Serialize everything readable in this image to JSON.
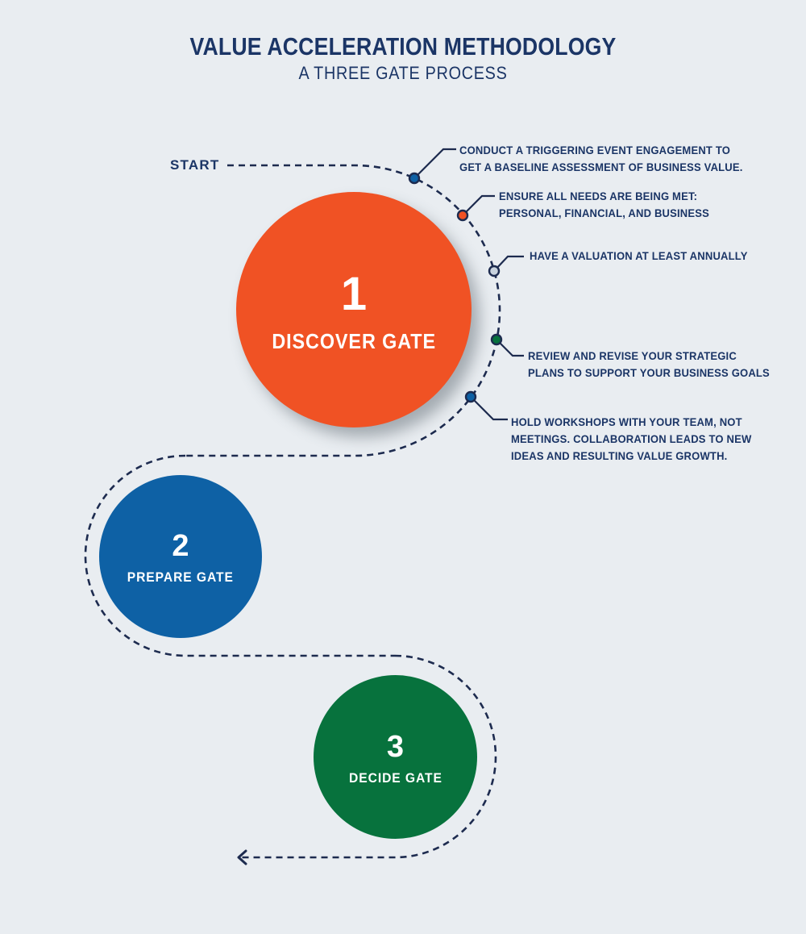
{
  "header": {
    "title": "VALUE ACCELERATION METHODOLOGY",
    "subtitle": "A THREE GATE PROCESS"
  },
  "path": {
    "start_label": "START",
    "line_color": "#1d2b4f",
    "end_icon": "arrow-left-icon"
  },
  "gates": [
    {
      "number": "1",
      "label": "DISCOVER GATE",
      "color": "#f05224"
    },
    {
      "number": "2",
      "label": "PREPARE GATE",
      "color": "#0e61a5"
    },
    {
      "number": "3",
      "label": "DECIDE GATE",
      "color": "#07723d"
    }
  ],
  "discover_steps": [
    {
      "node_color": "#0e61a5",
      "lines": [
        "CONDUCT A TRIGGERING EVENT ENGAGEMENT TO",
        "GET A BASELINE ASSESSMENT OF BUSINESS VALUE."
      ]
    },
    {
      "node_color": "#f05224",
      "lines": [
        "ENSURE ALL NEEDS ARE BEING MET:",
        "PERSONAL, FINANCIAL, AND BUSINESS"
      ]
    },
    {
      "node_color": "#c9d3de",
      "lines": [
        "HAVE A VALUATION AT LEAST ANNUALLY"
      ]
    },
    {
      "node_color": "#07723d",
      "lines": [
        "REVIEW AND REVISE YOUR STRATEGIC",
        "PLANS TO SUPPORT YOUR BUSINESS GOALS"
      ]
    },
    {
      "node_color": "#0e61a5",
      "lines": [
        "HOLD WORKSHOPS WITH YOUR TEAM, NOT",
        "MEETINGS. COLLABORATION LEADS TO NEW",
        "IDEAS AND RESULTING VALUE GROWTH."
      ]
    }
  ]
}
